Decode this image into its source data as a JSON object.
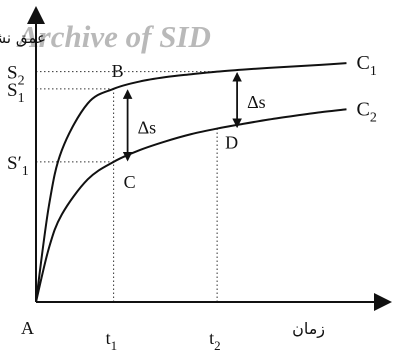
{
  "chart_data": {
    "type": "line",
    "watermark": "Archive of SID",
    "ylabel": "عمق نشست",
    "xlabel": "زمان",
    "origin_label": "A",
    "x": [
      0,
      0.5,
      1,
      2,
      3,
      4,
      5,
      6,
      7,
      8,
      9,
      10,
      11,
      12
    ],
    "series": [
      {
        "name": "C1",
        "name_base": "C",
        "name_sub": "1",
        "values": [
          0,
          0.33,
          0.52,
          0.68,
          0.73,
          0.755,
          0.77,
          0.78,
          0.789,
          0.796,
          0.802,
          0.807,
          0.812,
          0.818
        ]
      },
      {
        "name": "C2",
        "name_base": "C",
        "name_sub": "2",
        "values": [
          0,
          0.185,
          0.3,
          0.42,
          0.48,
          0.52,
          0.55,
          0.575,
          0.594,
          0.61,
          0.625,
          0.638,
          0.65,
          0.66
        ]
      }
    ],
    "time_ticks": [
      {
        "base": "t",
        "sub": "1",
        "x": 3
      },
      {
        "base": "t",
        "sub": "2",
        "x": 7
      }
    ],
    "settlement_ticks": [
      {
        "base": "S",
        "sub": "2",
        "prime": "",
        "y": 0.789
      },
      {
        "base": "S",
        "sub": "1",
        "prime": "",
        "y": 0.73
      },
      {
        "base": "S",
        "sub": "1",
        "prime": "′",
        "y": 0.48
      }
    ],
    "points": [
      {
        "label": "B",
        "x": 3,
        "y": 0.73
      },
      {
        "label": "C",
        "x": 3,
        "y": 0.48
      },
      {
        "label": "D",
        "x": 7,
        "y": 0.594
      }
    ],
    "differences": [
      {
        "label": "Δs",
        "x": 3,
        "y_top": 0.73,
        "y_bottom": 0.48
      },
      {
        "label": "Δs",
        "x": 7,
        "y_top": 0.789,
        "y_bottom": 0.594
      }
    ],
    "xlim": [
      0,
      12.6
    ],
    "ylim": [
      0,
      1
    ],
    "grid": false,
    "legend": "none"
  }
}
